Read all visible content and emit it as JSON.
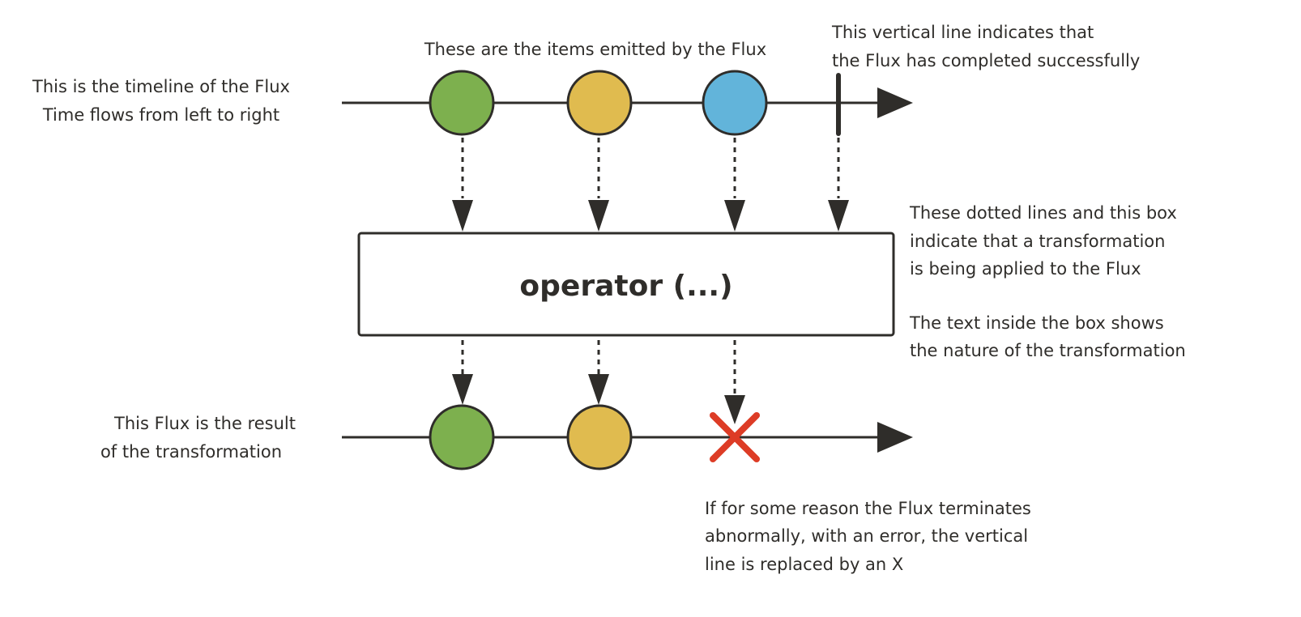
{
  "annotations": {
    "timeline": [
      "This is the timeline of the Flux",
      "Time flows from left to right"
    ],
    "items": "These are the items emitted by the Flux",
    "completion": [
      "This vertical line indicates that",
      "the Flux has completed successfully"
    ],
    "operator_box": [
      "These dotted lines and this box",
      "indicate that a transformation",
      "is being applied to the Flux"
    ],
    "operator_text": [
      "The text inside the box shows",
      "the nature of the transformation"
    ],
    "result": [
      "This Flux is the result",
      "of the transformation"
    ],
    "error": [
      "If for some reason the Flux terminates",
      "abnormally, with an error, the vertical",
      "line is replaced by an X"
    ]
  },
  "operator_label": "operator (...)",
  "colors": {
    "line": "#2f2d2a",
    "green": "#7db04e",
    "yellow": "#e0bb4f",
    "blue": "#62b4da",
    "error": "#dd3c26"
  },
  "source_items": [
    "green",
    "yellow",
    "blue"
  ],
  "result_items": [
    "green",
    "yellow"
  ],
  "result_terminal": "error"
}
